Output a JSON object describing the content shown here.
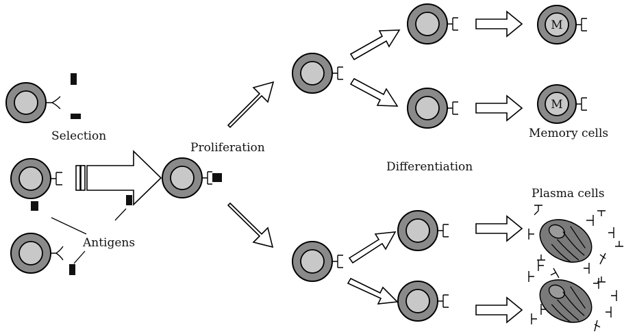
{
  "labels": {
    "selection": "Selection",
    "proliferation": "Proliferation",
    "differentiation": "Differentiation",
    "antigens": "Antigens",
    "memory_cells": "Memory cells",
    "plasma_cells": "Plasma cells",
    "memory_marker": "M"
  }
}
